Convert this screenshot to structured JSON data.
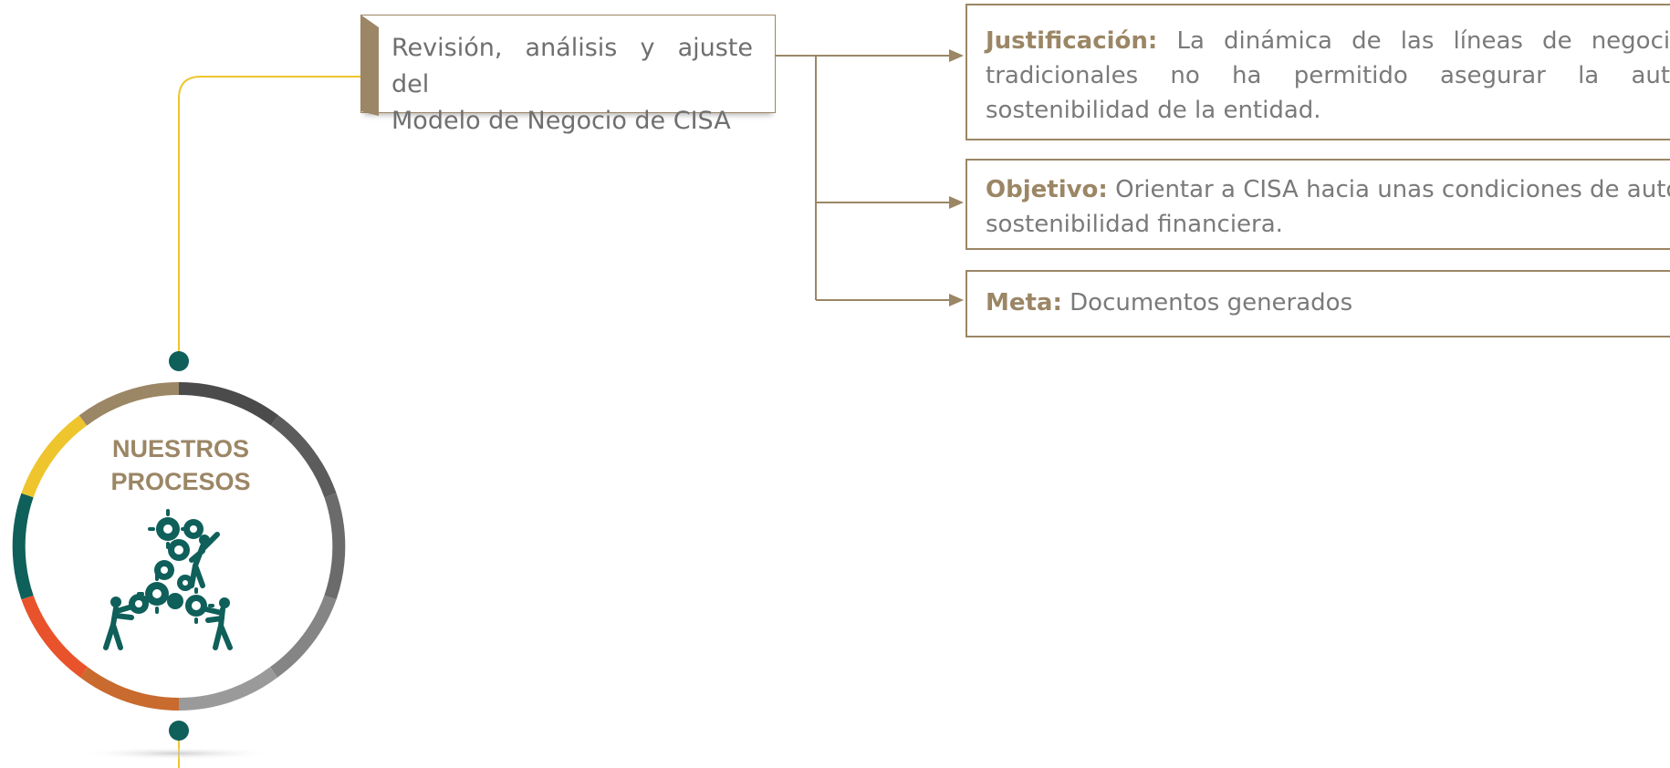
{
  "process_node": {
    "text_line1": "Revisión, análisis y ajuste del",
    "text_line2": "Modelo de Negocio de CISA"
  },
  "details": {
    "justificacion": {
      "label": "Justificación:",
      "line1_rest": "La dinámica de las líneas de negocio",
      "line2": "tradicionales no ha permitido asegurar la auto",
      "line3": "sostenibilidad de la entidad."
    },
    "objetivo": {
      "label": "Objetivo:",
      "line1_rest": "Orientar a CISA hacia unas condiciones de auto",
      "line2": "sostenibilidad financiera."
    },
    "meta": {
      "label": "Meta:",
      "text": "Documentos generados"
    }
  },
  "process_wheel": {
    "title_line1": "NUESTROS",
    "title_line2": "PROCESOS",
    "icon": "gears-teamwork-icon"
  },
  "colors": {
    "accent_brown": "#9b8665",
    "teal": "#0f5f5a",
    "yellow": "#eec52d",
    "orange_red": "#e8532b",
    "orange": "#c96a2e",
    "dark_gray": "#4b4b4b",
    "gray": "#777777",
    "light_gray": "#9a9a9a",
    "text_gray": "#6f6f6f"
  }
}
